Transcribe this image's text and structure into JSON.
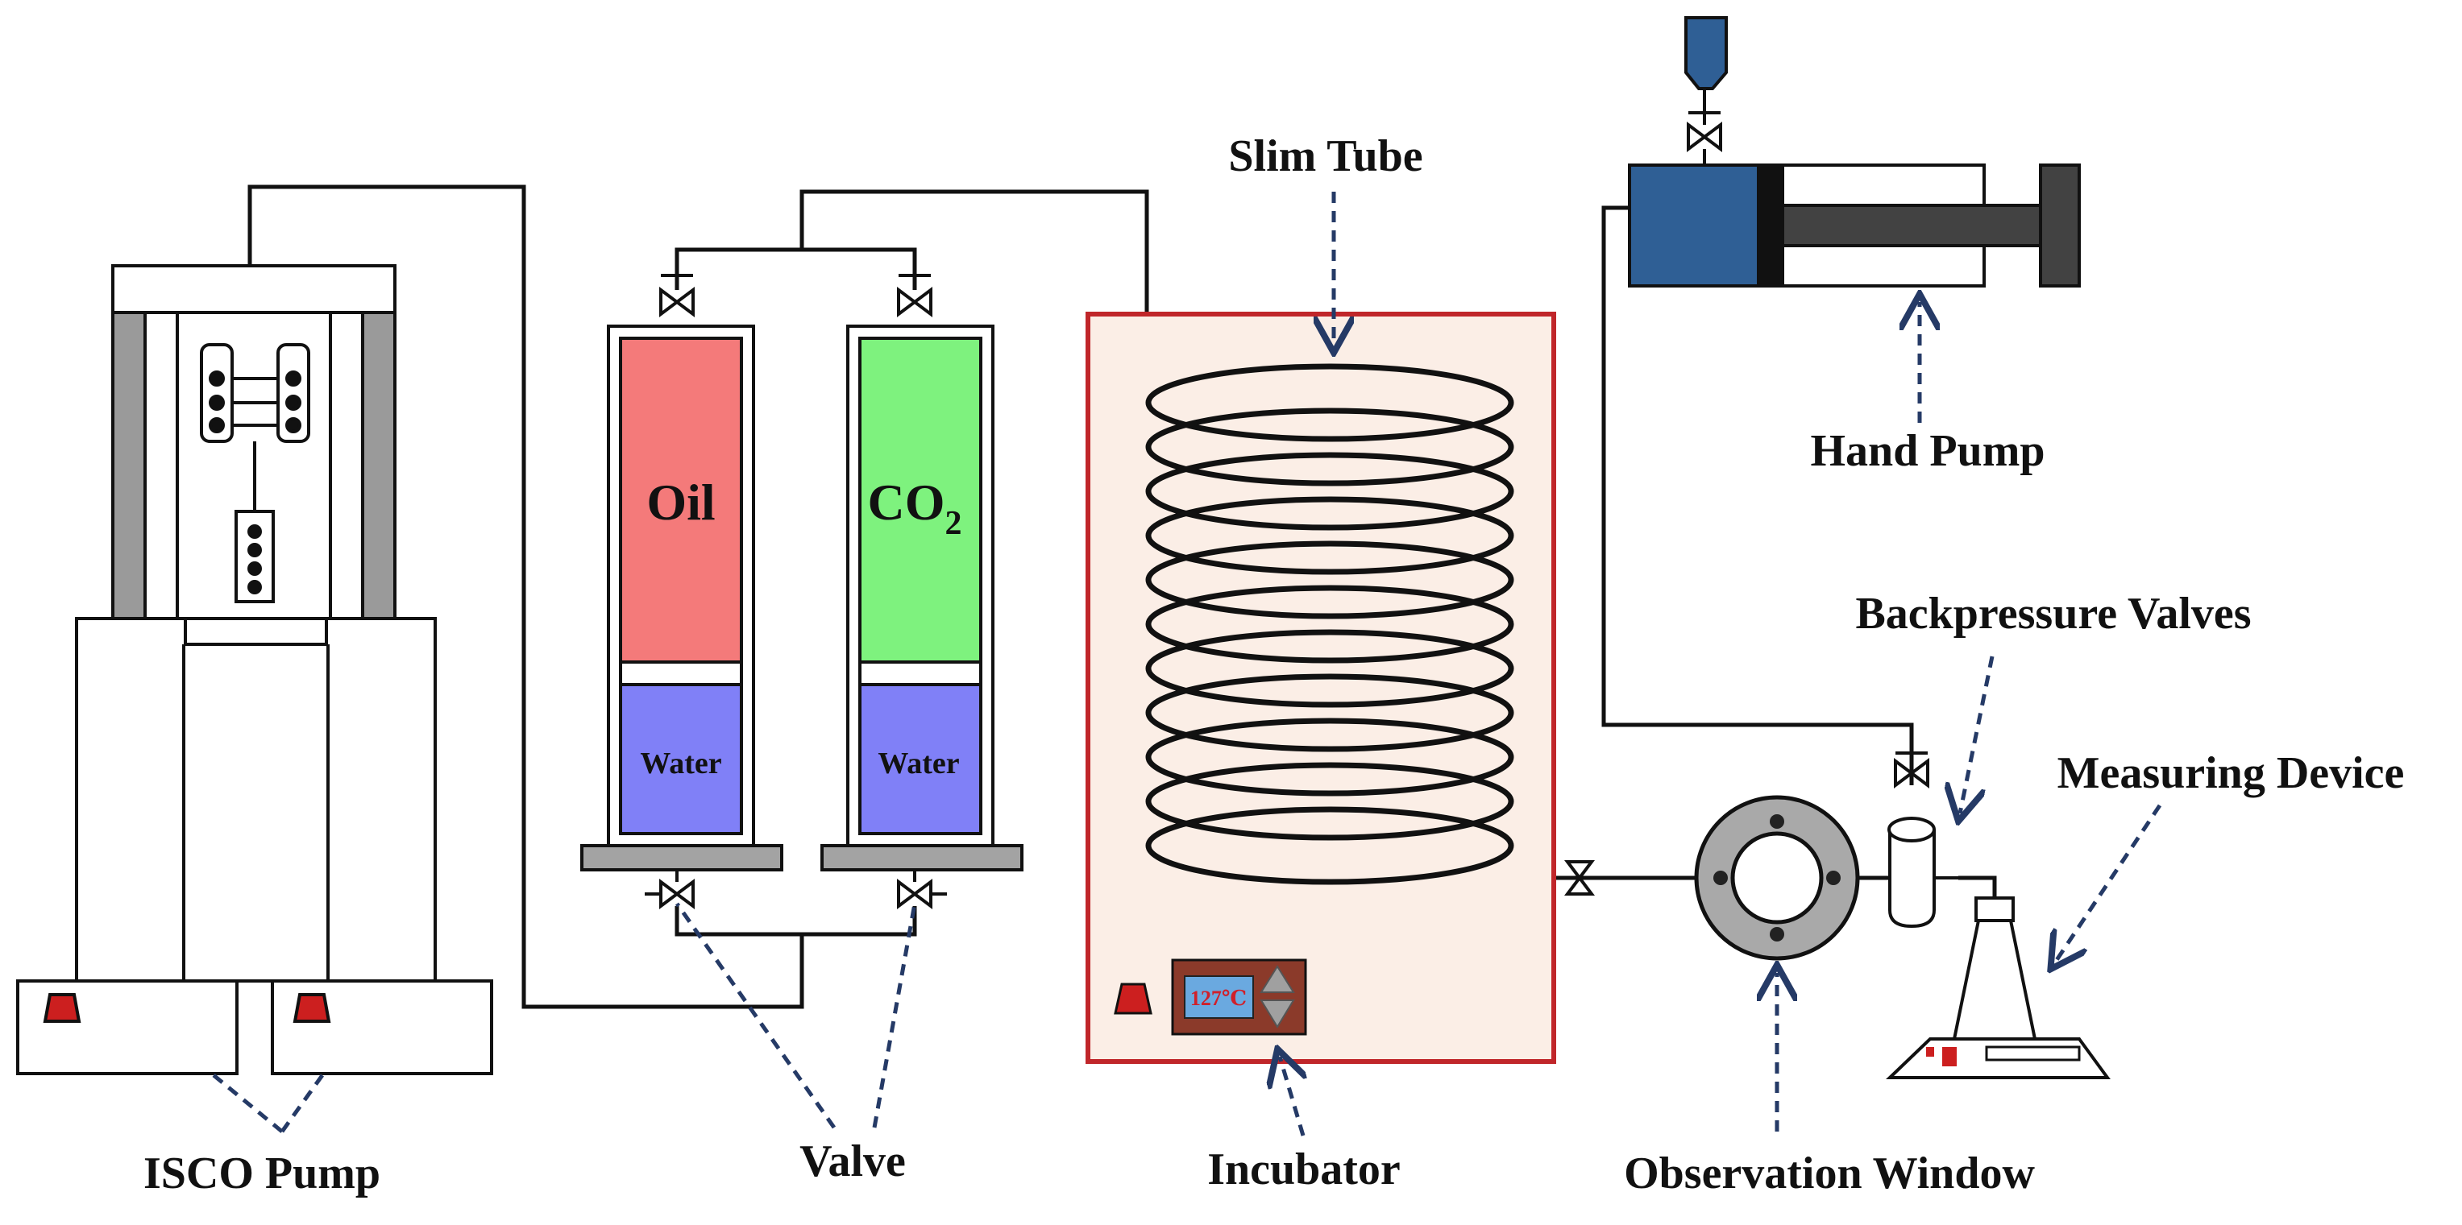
{
  "labels": {
    "slim_tube": "Slim Tube",
    "hand_pump": "Hand Pump",
    "backpressure_valves": "Backpressure Valves",
    "measuring_device": "Measuring Device",
    "isco_pump": "ISCO Pump",
    "valve": "Valve",
    "incubator": "Incubator",
    "observation_window": "Observation Window"
  },
  "tanks": {
    "oil": {
      "label": "Oil",
      "water": "Water"
    },
    "co2": {
      "label": "CO",
      "subscript": "2",
      "water": "Water"
    }
  },
  "incubator_display": {
    "temperature": "127℃"
  },
  "colors": {
    "oil": "#f47a7a",
    "co2": "#7ef27e",
    "water": "#8080f7",
    "incubator_bg": "#fbeee6",
    "incubator_border": "#c0262a",
    "hand_pump_blue": "#2f5f95",
    "controller_brown": "#8b3a2a",
    "display_blue": "#6aa9e0",
    "alarm_red": "#cc1f1f",
    "arrow": "#253a66"
  }
}
